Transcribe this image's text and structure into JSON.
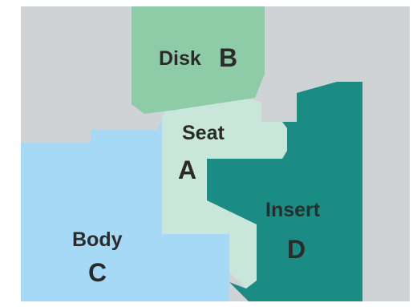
{
  "diagram": {
    "parts": [
      {
        "id": "disk",
        "word": "Disk",
        "letter": "B",
        "color": "#8ecba7"
      },
      {
        "id": "seat",
        "word": "Seat",
        "letter": "A",
        "color": "#c8e6da"
      },
      {
        "id": "insert",
        "word": "Insert",
        "letter": "D",
        "color": "#1a8c84"
      },
      {
        "id": "body",
        "word": "Body",
        "letter": "C",
        "color": "#a6d9f5"
      }
    ],
    "background_color": "#cfd3d6"
  }
}
